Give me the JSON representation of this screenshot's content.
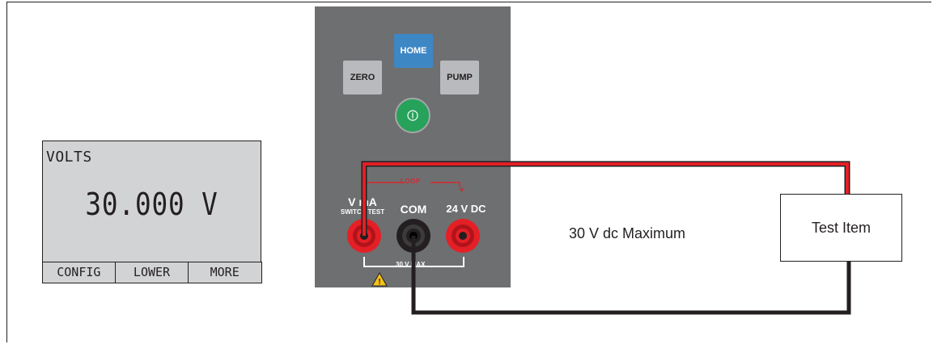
{
  "lcd": {
    "mode": "VOLTS",
    "reading": "30.000 V",
    "softkeys": [
      "CONFIG",
      "LOWER",
      "MORE"
    ]
  },
  "panel": {
    "buttons": {
      "home": "HOME",
      "zero": "ZERO",
      "pump": "PUMP"
    },
    "terminals": {
      "vma_label": "V mA",
      "switch_test_label": "SWITCH TEST",
      "com_label": "COM",
      "dc24_label": "24 V DC",
      "loop_label": "LOOP",
      "plus_label": "+",
      "max_label": "30 V MAX"
    }
  },
  "diagram": {
    "max_voltage_note": "30 V dc Maximum",
    "test_item": "Test Item"
  },
  "colors": {
    "panel": "#6e6f71",
    "lcd": "#d2d3d5",
    "home_button": "#3e87c5",
    "power_button": "#27a25b",
    "red_wire": "#e41f26",
    "black_wire": "#231f20"
  }
}
